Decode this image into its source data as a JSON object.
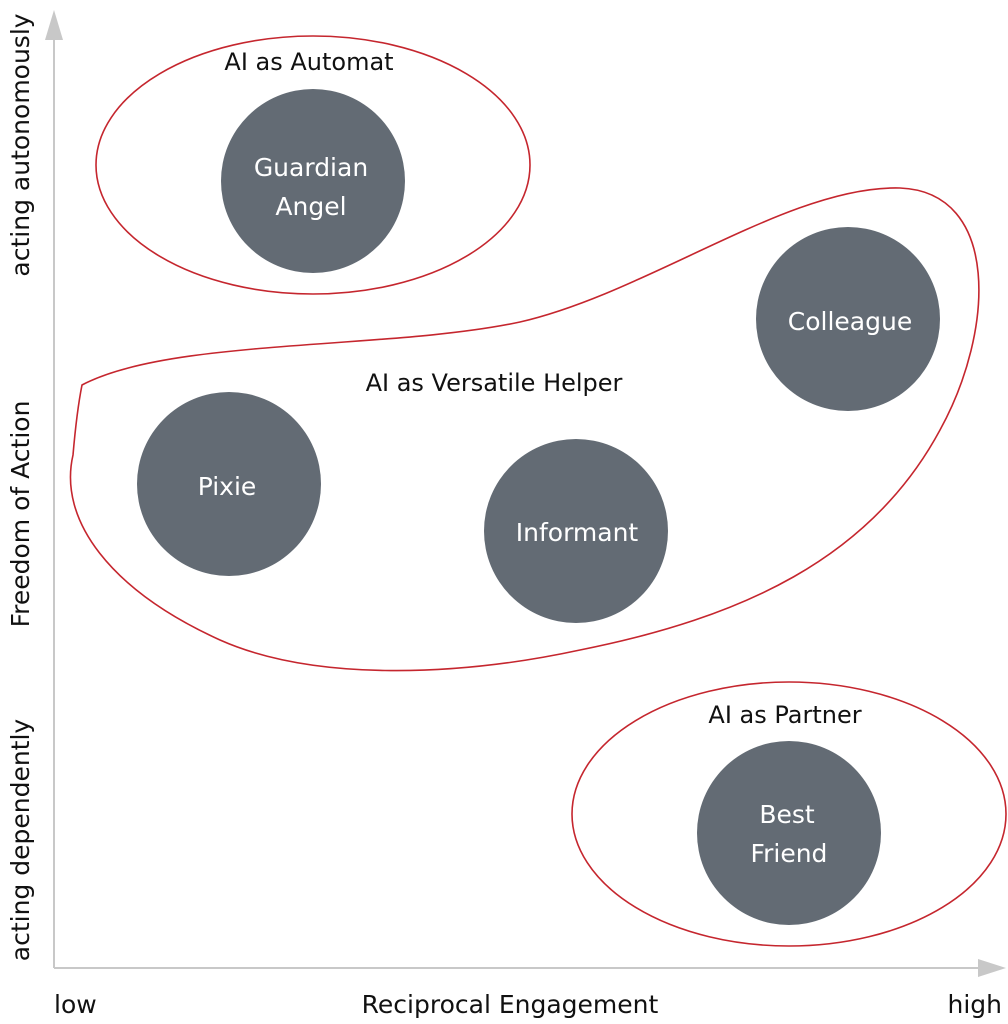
{
  "axes": {
    "x_title": "Reciprocal Engagement",
    "x_low": "low",
    "x_high": "high",
    "y_title": "Freedom of Action",
    "y_low": "acting dependently",
    "y_high": "acting autonomously"
  },
  "groups": [
    {
      "title": "AI as Automat"
    },
    {
      "title": "AI as Versatile Helper"
    },
    {
      "title": "AI as Partner"
    }
  ],
  "roles": [
    {
      "line1": "Guardian",
      "line2": "Angel",
      "group": "AI as Automat"
    },
    {
      "line1": "Colleague",
      "group": "AI as Versatile Helper"
    },
    {
      "line1": "Pixie",
      "group": "AI as Versatile Helper"
    },
    {
      "line1": "Informant",
      "group": "AI as Versatile Helper"
    },
    {
      "line1": "Best",
      "line2": "Friend",
      "group": "AI as Partner"
    }
  ],
  "colors": {
    "outline": "#c5262e",
    "circle": "#636b74",
    "axis": "#c8c8c8",
    "text": "#111111",
    "circle_text": "#ffffff"
  }
}
